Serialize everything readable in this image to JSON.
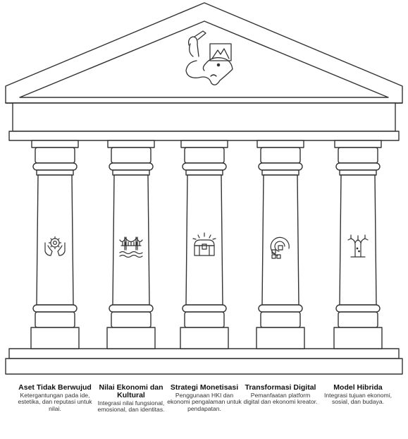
{
  "pillars": [
    {
      "title": "Aset Tidak Berwujud",
      "description": "Ketergantungan pada ide, estetika, dan reputasi untuk nilai.",
      "icon": "hands-holding-gear-icon"
    },
    {
      "title": "Nilai Ekonomi dan Kultural",
      "description": "Integrasi nilai fungsional, emosional, dan identitas.",
      "icon": "bridge-over-water-icon"
    },
    {
      "title": "Strategi Monetisasi",
      "description": "Penggunaan HKI dan ekonomi pengalaman untuk pendapatan.",
      "icon": "treasure-chest-icon"
    },
    {
      "title": "Transformasi Digital",
      "description": "Pemanfaatan platform digital dan ekonomi kreator.",
      "icon": "digital-link-icon"
    },
    {
      "title": "Model Hibrida",
      "description": "Integrasi tujuan ekonomi, sosial, dan budaya.",
      "icon": "tree-icon"
    }
  ],
  "pediment": {
    "icon": "creativity-elephant-brush-icon"
  }
}
